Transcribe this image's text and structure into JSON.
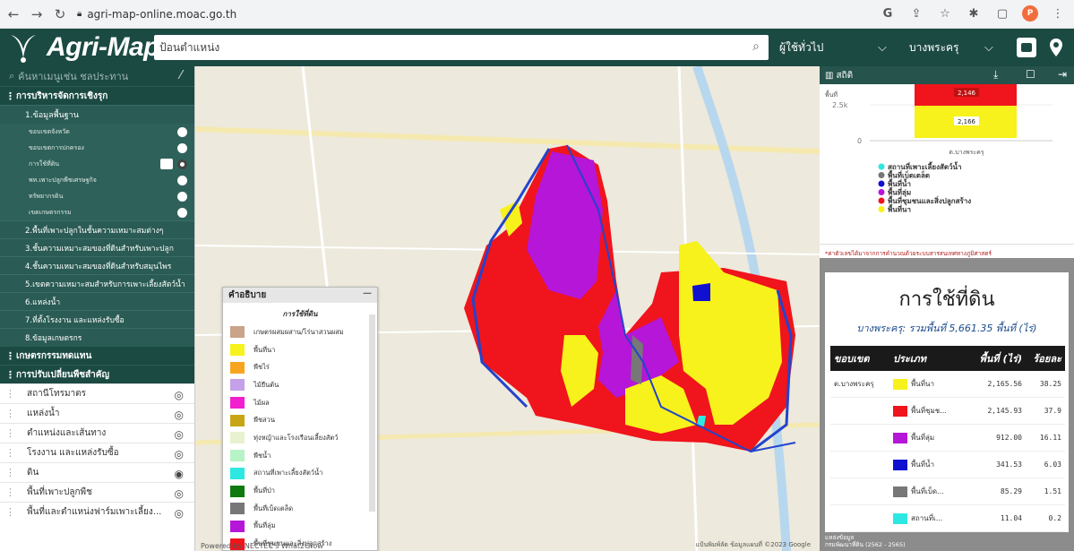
{
  "browser": {
    "url": "agri-map-online.moac.go.th"
  },
  "header": {
    "logo": "Agri-Map",
    "search_placeholder": "ป้อนตำแหน่ง",
    "user_select": "ผู้ใช้ทั่วไป",
    "area_select": "บางพระครุ"
  },
  "sidebar": {
    "search_placeholder": "ค้นหาเมนูเช่น ชลประทาน",
    "section_proactive": "การบริหารจัดการเชิงรุก",
    "basic_data": "1.ข้อมูลพื้นฐาน",
    "basic_items": [
      {
        "label": "ขอบเขตจังหวัด"
      },
      {
        "label": "ขอบเขตการปกครอง"
      },
      {
        "label": "การใช้ที่ดิน"
      },
      {
        "label": "พท.เพาะปลูกพืชเศรษฐกิจ"
      },
      {
        "label": "ทรัพยากรดิน"
      },
      {
        "label": "เขตเกษตรกรรม"
      }
    ],
    "categories": [
      "2.พื้นที่เพาะปลูกในชั้นความเหมาะสมต่างๆ",
      "3.ชั้นความเหมาะสมของที่ดินสำหรับเพาะปลูก",
      "4.ชั้นความเหมาะสมของที่ดินสำหรับสมุนไพร",
      "5.เขตความเหมาะสมสำหรับการเพาะเลี้ยงสัตว์น้ำ",
      "6.แหล่งน้ำ",
      "7.ที่ตั้งโรงงาน และแหล่งรับซื้อ",
      "8.ข้อมูลเกษตรกร"
    ],
    "section_alt": "เกษตรกรรมทดแทน",
    "section_change": "การปรับเปลี่ยนพืชสำคัญ",
    "layers": [
      {
        "label": "สถานีโทรมาตร"
      },
      {
        "label": "แหล่งน้ำ"
      },
      {
        "label": "ตำแหน่งและเส้นทาง"
      },
      {
        "label": "โรงงาน และแหล่งรับซื้อ"
      },
      {
        "label": "ดิน"
      },
      {
        "label": "พื้นที่เพาะปลูกพืช"
      },
      {
        "label": "พื้นที่และตำแหน่งฟาร์มเพาะเลี้ยง..."
      }
    ]
  },
  "legend": {
    "title": "คำอธิบาย",
    "subtitle": "การใช้ที่ดิน",
    "items": [
      {
        "label": "เกษตรผสมผสาน/ไร่นาสวนผสม",
        "color": "#c9a38a"
      },
      {
        "label": "พื้นที่นา",
        "color": "#f7f21b"
      },
      {
        "label": "พืชไร่",
        "color": "#f7a51f"
      },
      {
        "label": "ไม้ยืนต้น",
        "color": "#c4a1e8"
      },
      {
        "label": "ไม้ผล",
        "color": "#f21fce"
      },
      {
        "label": "พืชสวน",
        "color": "#c7a515"
      },
      {
        "label": "ทุ่งหญ้าและโรงเรือนเลี้ยงสัตว์",
        "color": "#e8f2d0"
      },
      {
        "label": "พืชน้ำ",
        "color": "#b8f2c7"
      },
      {
        "label": "สถานที่เพาะเลี้ยงสัตว์น้ำ",
        "color": "#2de8e2"
      },
      {
        "label": "พื้นที่ป่า",
        "color": "#0f7a10"
      },
      {
        "label": "พื้นที่เบ็ดเตล็ด",
        "color": "#777777"
      },
      {
        "label": "พื้นที่ลุ่ม",
        "color": "#b516d8"
      },
      {
        "label": "พื้นที่ชุมชนและสิ่งปลูกสร้าง",
        "color": "#f0141c"
      }
    ]
  },
  "map": {
    "credit_left": "Powered by NECTEC's What2Grow",
    "credit_right": "แป้นพิมพ์ลัด   ข้อมูลแผนที่ ©2023 Google"
  },
  "stats": {
    "header": "สถิติ",
    "ytick_top": "2.5k",
    "ytick_zero": "0",
    "yaxis": "พื้นที่",
    "xcat": "ต.บางพระครุ",
    "bar_labels": [
      "2,146",
      "2,166"
    ],
    "legend": [
      {
        "label": "สถานที่เพาะเลี้ยงสัตว์น้ำ",
        "color": "#2de8e2"
      },
      {
        "label": "พื้นที่เบ็ดเตล็ด",
        "color": "#777777"
      },
      {
        "label": "พื้นที่น้ำ",
        "color": "#1010d0"
      },
      {
        "label": "พื้นที่ลุ่ม",
        "color": "#b516d8"
      },
      {
        "label": "พื้นที่ชุมชนและสิ่งปลูกสร้าง",
        "color": "#f0141c"
      },
      {
        "label": "พื้นที่นา",
        "color": "#f7f21b"
      }
    ],
    "note": "*ค่าตัวเลขได้มาจากการคำนวณด้วยระบบสารสนเทศทางภูมิศาสตร์",
    "card_title": "การใช้ที่ดิน",
    "card_subtitle": "บางพระครุ: รวมพื้นที่ 5,661.35 พื้นที่ (ไร่)",
    "table_headers": [
      "ขอบเขต",
      "ประเภท",
      "พื้นที่ (ไร่)",
      "ร้อยละ"
    ],
    "rows": [
      {
        "zone": "ต.บางพระครุ",
        "type": "พื้นที่นา",
        "area": "2,165.56",
        "pct": "38.25",
        "color": "#f7f21b"
      },
      {
        "zone": "",
        "type": "พื้นที่ชุมช...",
        "area": "2,145.93",
        "pct": "37.9",
        "color": "#f0141c"
      },
      {
        "zone": "",
        "type": "พื้นที่ลุ่ม",
        "area": "912.00",
        "pct": "16.11",
        "color": "#b516d8"
      },
      {
        "zone": "",
        "type": "พื้นที่น้ำ",
        "area": "341.53",
        "pct": "6.03",
        "color": "#1010d0"
      },
      {
        "zone": "",
        "type": "พื้นที่เบ็ด...",
        "area": "85.29",
        "pct": "1.51",
        "color": "#777777"
      },
      {
        "zone": "",
        "type": "สถานที่เ...",
        "area": "11.04",
        "pct": "0.2",
        "color": "#2de8e2"
      }
    ],
    "source_label": "แหล่งข้อมูล",
    "source_value": "กรมพัฒนาที่ดิน (2562 - 2565)"
  }
}
